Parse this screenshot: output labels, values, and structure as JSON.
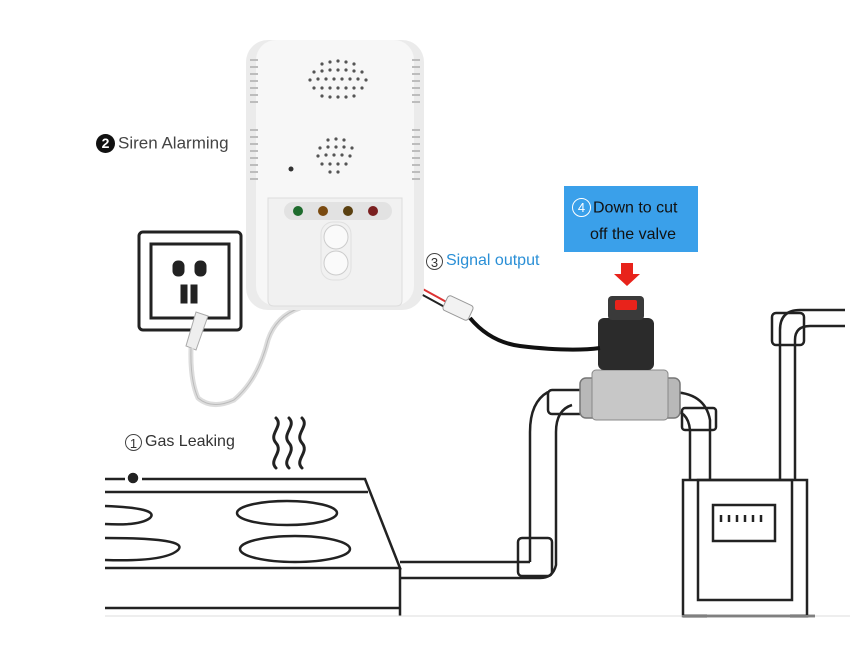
{
  "labels": {
    "step1": {
      "num": "1",
      "text": "Gas Leaking"
    },
    "step2": {
      "num": "2",
      "text": "Siren Alarming"
    },
    "step3": {
      "num": "3",
      "text": "Signal output"
    },
    "step4": {
      "num": "4",
      "text_line1": "Down to cut",
      "text_line2": "off the valve"
    }
  },
  "colors": {
    "callout_bg": "#3aa0ea",
    "signal_text": "#2a8fd6",
    "arrow_red": "#e8231b",
    "line": "#222222",
    "detector_body": "#ececec"
  }
}
